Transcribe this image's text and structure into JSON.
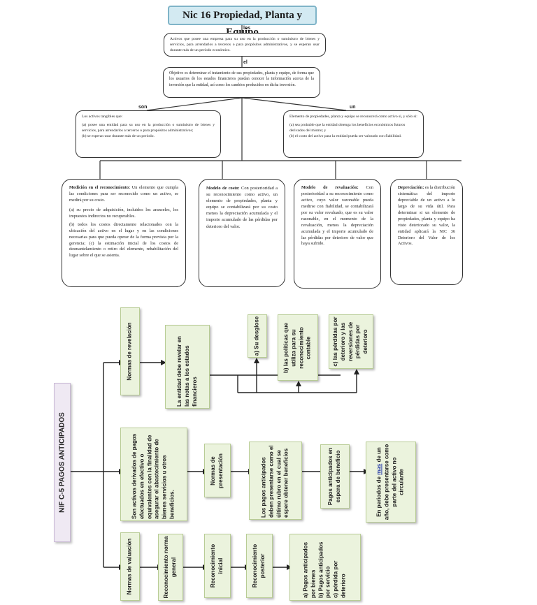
{
  "top": {
    "title": "Nic 16 Propiedad, Planta y Equipo",
    "connector_los": "los",
    "definition": "Activos que posee una empresa para su uso en la producción o suministro de bienes y servicios, para arrendarlos a terceros o para propósitos administrativos, y se esperan usar durante más de un período económico.",
    "connector_el": "el",
    "objective": "Objetivo es determinar el tratamiento de sus propiedades, planta y equipo, de forma que los usuarios de los estados financieros puedan conocer la información acerca de la inversión que la entidad, así como los cambios producidos en dicha inversión.",
    "connector_son": "son",
    "connector_un": "un",
    "tangibles": {
      "intro": "Los activos tangibles que:",
      "a": "(a) posee una entidad para su uso en la producción o suministro de bienes y servicios, para arrendarlos a terceros o para propósitos administrativos;",
      "b": "(b) se esperan usar durante más de un periodo."
    },
    "recognition": {
      "intro": "Elemento de propiedades, planta y equipo se reconocerá como activo si, y sólo si:",
      "a": "(a) sea probable que la entidad obtenga los beneficios económicos futuros derivados del mismo; y",
      "b": "(b) el costo del activo para la entidad pueda ser valorado con fiabilidad."
    },
    "measurement": {
      "heading": "Medición en el reconocimiento:",
      "intro": " Un elemento que cumpla las condiciones para ser reconocido como un activo, se medirá por su costo.",
      "a": "(a) su precio de adquisición, incluidos los aranceles, los impuestos indirectos no recuperables.",
      "b": "(b) todos los costos directamente relacionados con la ubicación del activo en el lugar y en las condiciones necesarias para que pueda operar de la forma prevista por la gerencia; (c) la estimación inicial de los costos de desmantelamiento o retiro del elemento, rehabilitación del lugar sobre el que se asienta."
    },
    "cost_model": {
      "heading": "Modelo de costo:",
      "text": " Con posterioridad a su reconocimiento como activo, un elemento de propiedades, planta y equipo se contabilizará por su costo menos la depreciación acumulada y el importe acumulado de las pérdidas por deterioro del valor."
    },
    "revaluation_model": {
      "heading": "Modelo de revaluación:",
      "text": " Con posterioridad a su reconocimiento como activo, cuyo valor razonable pueda medirse con fiabilidad, se contabilizará por su valor revaluado, que es su valor razonable, en el momento de la revaluación, menos la depreciación acumulada y el importe acumulado de las pérdidas por deterioro de valor que haya sufrido."
    },
    "depreciation": {
      "heading": "Depreciación:",
      "text": " es la distribución sistemática del importe depreciable de un activo a lo largo de su vida útil. Para determinar si un elemento de propiedades, planta y equipo ha visto deteriorado su valor, la entidad aplicará la NIC 36 Deterioro del Valor de los Activos."
    }
  },
  "bottom": {
    "root": "NIF C-5 PAGOS ANTICIPADOS",
    "disclosure": {
      "norms": "Normas de revelación",
      "entity": "La entidad debe revelar en las notas a los estados financieros",
      "breakdown": "a)  Su desglose",
      "policies": "b) las políticas que utiliza para su reconocimiento contable",
      "losses": "c) las pérdidas por deterioro y las reversiones de pérdidas por deterioro"
    },
    "presentation": {
      "definition": "Son activos derivados de pagos efectuados en efectivo o equivalentes con la finalidad de asegurar el abastecimiento de bienes servicios u otros beneficios.",
      "norms": "Normas de presentación",
      "advance": "Los pagos anticipados deben presentarse como el último rubro en el cual se espere obtener beneficios",
      "pending": "Pagos anticipados en espera de beneficio",
      "periods_pre": "En periodos de ",
      "periods_link": "mas",
      "periods_post": " de un año, debe presentarse como parte del activo no circulante"
    },
    "valuation": {
      "norms": "Normas de valuación",
      "general": "Reconocimiento norma general",
      "initial": "Reconocimiento inicial",
      "subsequent": "Reconocimiento posterior",
      "items": "a)  Pagos anticipados por bienes\nb)  Pagos anticipados por servicio\nc)  pérdida por deterioro"
    }
  }
}
